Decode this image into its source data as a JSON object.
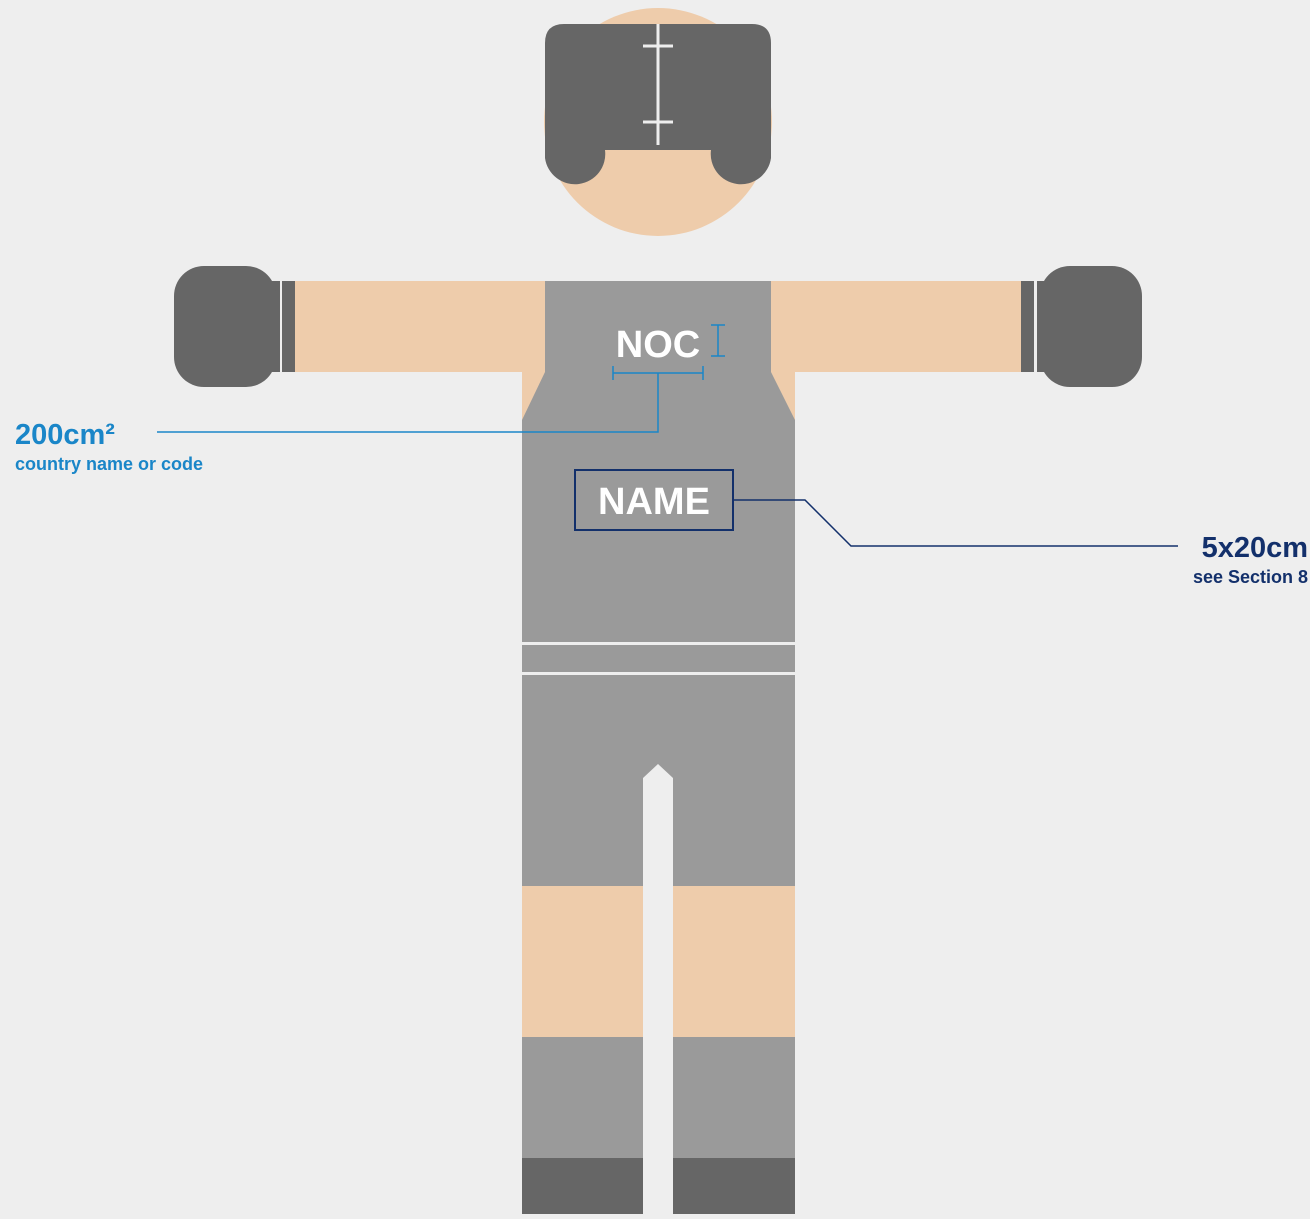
{
  "labels": {
    "chest_text": "NOC",
    "name_text": "NAME",
    "noc_callout": {
      "size": "200cm²",
      "description": "country name or code"
    },
    "name_callout": {
      "size": "5x20cm",
      "description": "see Section 8"
    }
  },
  "colors": {
    "background": "#eeeeee",
    "skin": "#eeccab",
    "uniform": "#9a9a9a",
    "gear": "#666666",
    "noc_accent": "#1a86c8",
    "name_accent": "#13306b",
    "stripe": "#eeeeee"
  }
}
